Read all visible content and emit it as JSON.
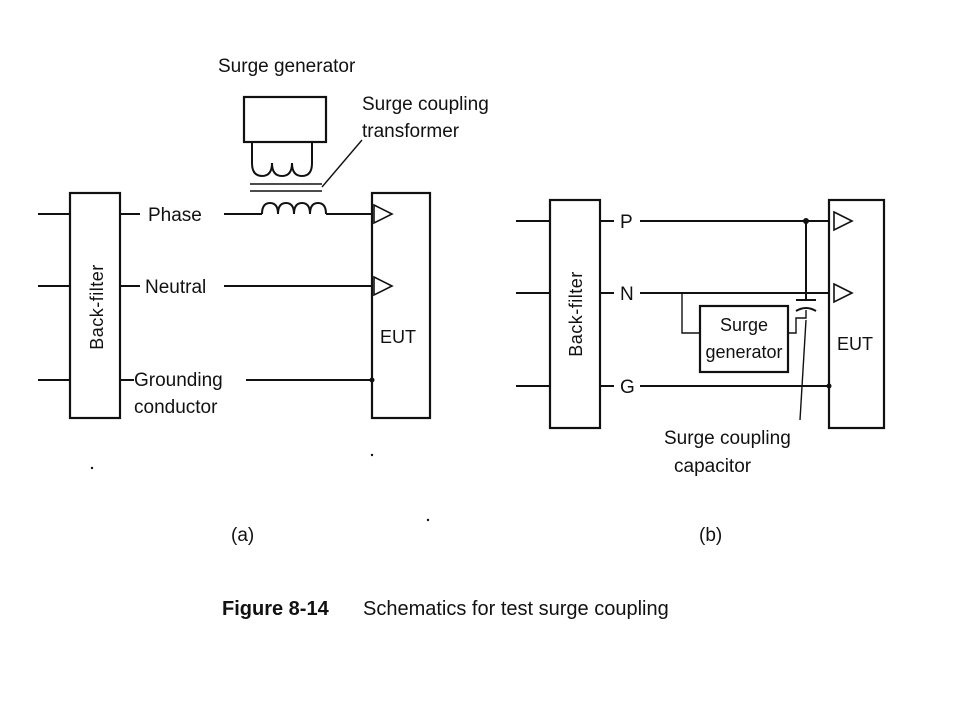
{
  "panel_a": {
    "surge_generator": "Surge generator",
    "coupling_transformer_line1": "Surge coupling",
    "coupling_transformer_line2": "transformer",
    "back_filter": "Back-filter",
    "phase": "Phase",
    "neutral": "Neutral",
    "grounding_line1": "Grounding",
    "grounding_line2": "conductor",
    "eut": "EUT",
    "sub_label": "(a)"
  },
  "panel_b": {
    "back_filter": "Back-filter",
    "p": "P",
    "n": "N",
    "g": "G",
    "surge_generator_line1": "Surge",
    "surge_generator_line2": "generator",
    "eut": "EUT",
    "coupling_capacitor_line1": "Surge coupling",
    "coupling_capacitor_line2": "capacitor",
    "sub_label": "(b)"
  },
  "caption": {
    "number": "Figure 8-14",
    "text": "Schematics for test surge coupling"
  }
}
